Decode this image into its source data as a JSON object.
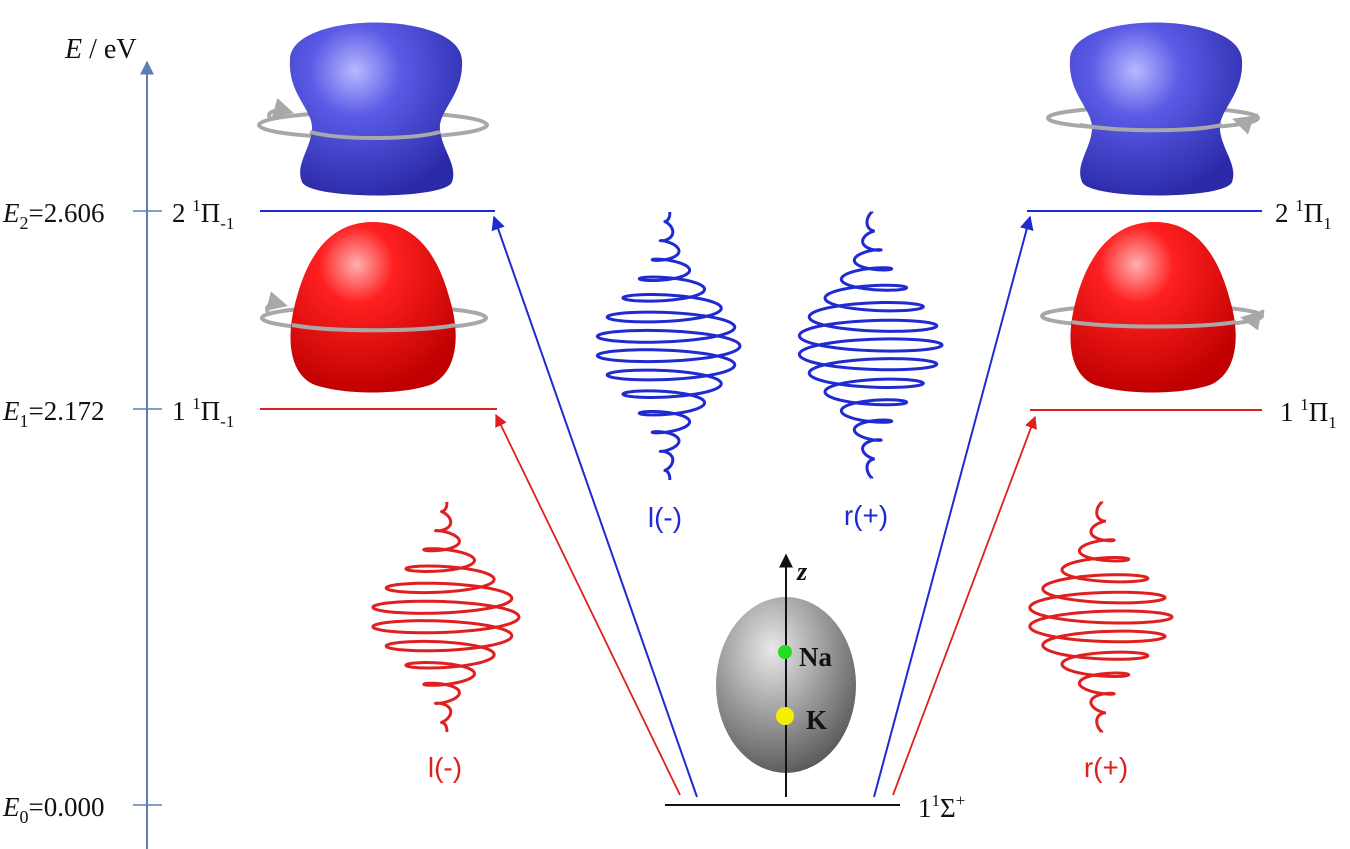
{
  "axis": {
    "label_var": "E",
    "label_unit": " / eV",
    "color": "#5b7fb5"
  },
  "energies": [
    {
      "sym": "E",
      "sub": "2",
      "val": "=2.606"
    },
    {
      "sym": "E",
      "sub": "1",
      "val": "=2.172"
    },
    {
      "sym": "E",
      "sub": "0",
      "val": "=0.000"
    }
  ],
  "states": {
    "left_upper": {
      "n": "2 ",
      "sup": "1",
      "main": "Π",
      "sub": "-1"
    },
    "left_lower": {
      "n": "1 ",
      "sup": "1",
      "main": "Π",
      "sub": "-1"
    },
    "right_upper": {
      "n": "2 ",
      "sup": "1",
      "main": "Π",
      "sub": "1"
    },
    "right_lower": {
      "n": "1 ",
      "sup": "1",
      "main": "Π",
      "sub": "1"
    },
    "ground": {
      "n": "1",
      "sup": "1",
      "main": "Σ",
      "sup2": "+"
    }
  },
  "pulses": {
    "red_left": "l(-)",
    "blue_left": "l(-)",
    "blue_right": "r(+)",
    "red_right": "r(+)"
  },
  "molecule": {
    "axis_label": "z",
    "atom_top": "Na",
    "atom_bottom": "K",
    "atom_top_color": "#22dd22",
    "atom_bottom_color": "#f5f000"
  },
  "colors": {
    "blue": "#1f2bd0",
    "red": "#e02020",
    "orbital_blue": "#4a4ad8",
    "orbital_red": "#ee1111",
    "ground": "#111111",
    "rotation_arrow": "#a8a8a8"
  }
}
